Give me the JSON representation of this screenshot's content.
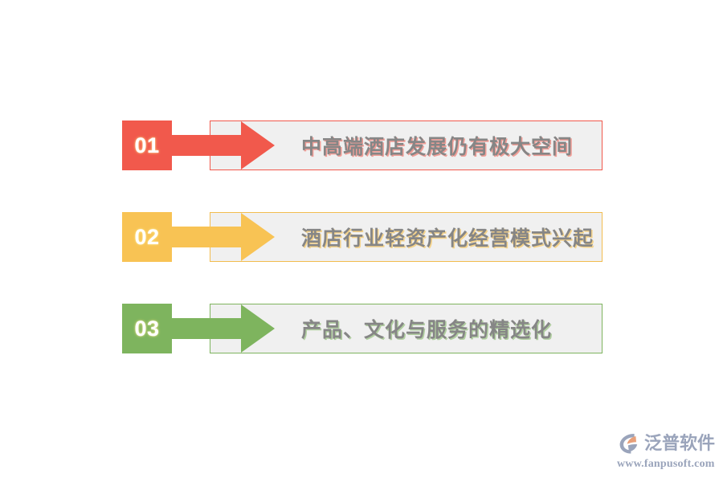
{
  "slide": {
    "background_color": "#ffffff",
    "text_color": "#868686",
    "panel_background": "#f0f0f0"
  },
  "items": [
    {
      "number": "01",
      "text": "中高端酒店发展仍有极大空间",
      "color": "#f1594c",
      "color_name": "red"
    },
    {
      "number": "02",
      "text": "酒店行业轻资产化经营模式兴起",
      "color": "#f8c354",
      "color_name": "orange"
    },
    {
      "number": "03",
      "text": "产品、文化与服务的精选化",
      "color": "#7eb45e",
      "color_name": "green"
    }
  ],
  "watermark": {
    "logo_icon": "fanpu-swoosh-logo-icon",
    "brand": "泛普软件",
    "url": "www.fanpusoft.com",
    "color": "#9aa4bb",
    "accent_color": "#e8a07a"
  }
}
